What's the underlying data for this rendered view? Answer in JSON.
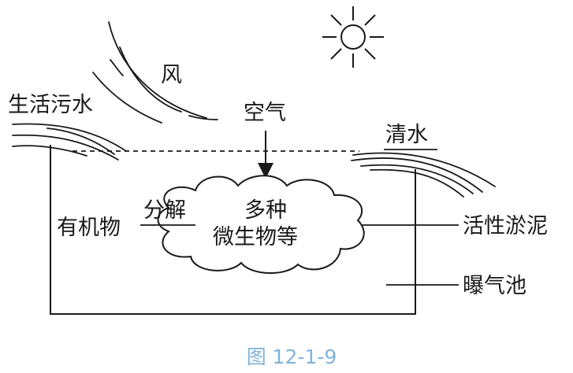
{
  "labels": {
    "sewage": "生活污水",
    "wind": "风",
    "air": "空气",
    "clean_water": "清水",
    "organic": "有机物",
    "decompose": "分解",
    "microbes_line1": "多种",
    "microbes_line2": "微生物等",
    "sludge": "活性淤泥",
    "tank": "曝气池"
  },
  "caption": "图 12-1-9",
  "colors": {
    "ink": "#1a1a1a",
    "caption": "#7fb3dd"
  }
}
